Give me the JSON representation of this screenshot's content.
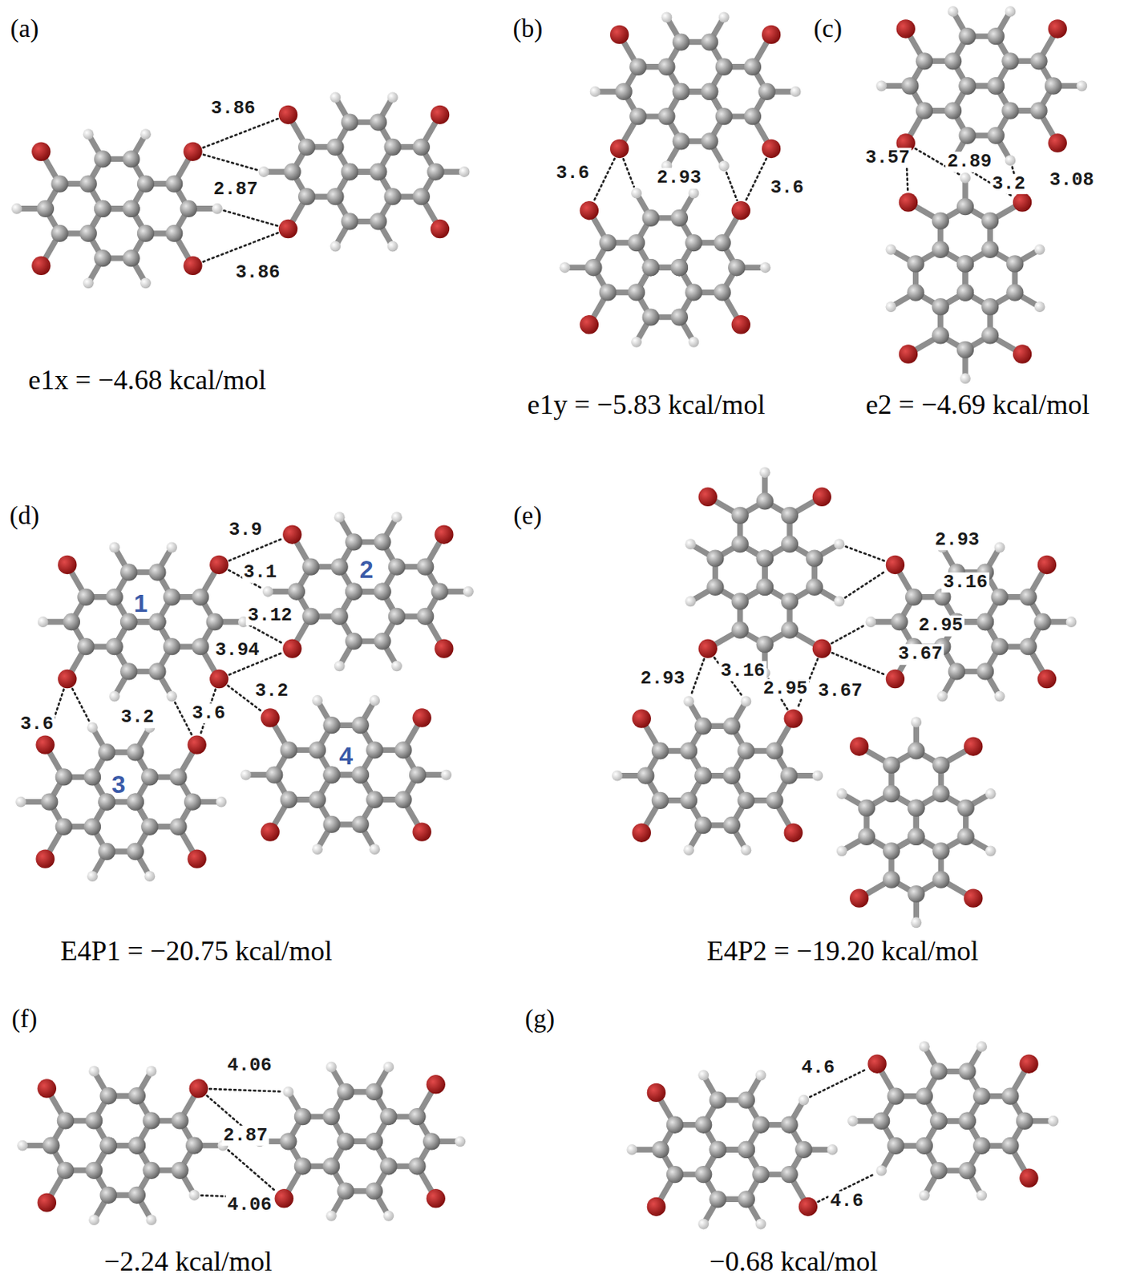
{
  "diagram": {
    "labels": [
      "(a)",
      "3.86",
      "2.87",
      "3.86",
      "e1x = −4.68 kcal/mol",
      "(b)",
      "3.6",
      "2.93",
      "3.6",
      "e1y = −5.83 kcal/mol",
      "(c)",
      "3.57",
      "2.89",
      "3.2",
      "3.08",
      "e2 = −4.69 kcal/mol",
      "(d)",
      "3.9",
      "3.1",
      "3.12",
      "3.94",
      "3.2",
      "3.6",
      "3.2",
      "3.6",
      "1",
      "2",
      "3",
      "4",
      "E4P1 = −20.75 kcal/mol",
      "(e)",
      "2.93",
      "3.16",
      "2.95",
      "3.67",
      "2.93",
      "3.16",
      "2.95",
      "3.67",
      "E4P2 = −19.20 kcal/mol",
      "(f)",
      "4.06",
      "2.87",
      "4.06",
      "−2.24 kcal/mol",
      "(g)",
      "4.6",
      "4.6",
      "−0.68 kcal/mol"
    ]
  }
}
